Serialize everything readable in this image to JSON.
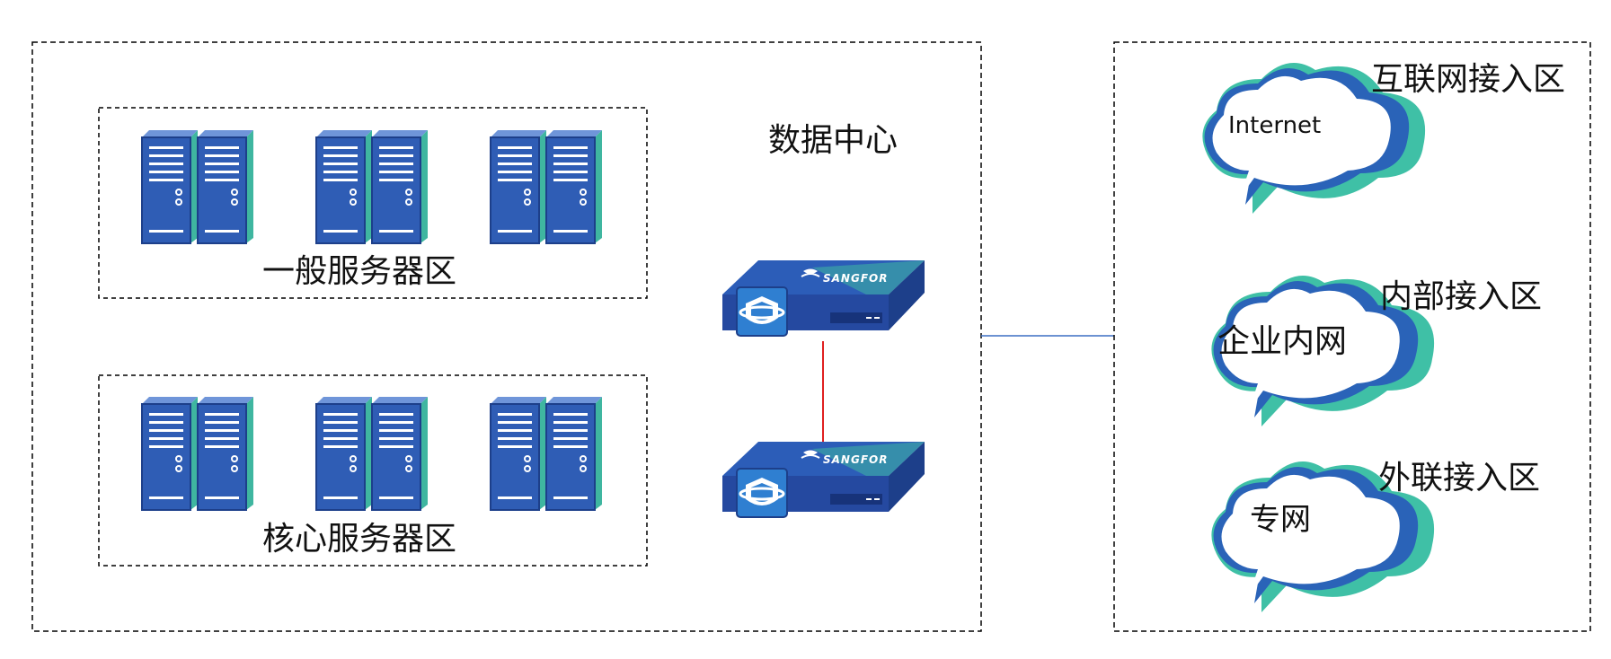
{
  "datacenter": {
    "title": "数据中心",
    "general_zone": {
      "label": "一般服务器区",
      "server_count": 3
    },
    "core_zone": {
      "label": "核心服务器区",
      "server_count": 3
    },
    "firewalls": [
      {
        "brand": "SANGFOR"
      },
      {
        "brand": "SANGFOR"
      }
    ]
  },
  "access": {
    "zones": [
      {
        "label": "互联网接入区",
        "cloud_text": "Internet"
      },
      {
        "label": "内部接入区",
        "cloud_text": "企业内网"
      },
      {
        "label": "外联接入区",
        "cloud_text": "专网"
      }
    ]
  },
  "colors": {
    "server_blue": "#2f5db5",
    "server_dark": "#1d3f8a",
    "server_accent": "#3fb6a0",
    "cloud_edge": "#2a63b8",
    "cloud_teal": "#3fc0a6",
    "ha_link": "#e02020",
    "uplink": "#3b6fc4"
  }
}
